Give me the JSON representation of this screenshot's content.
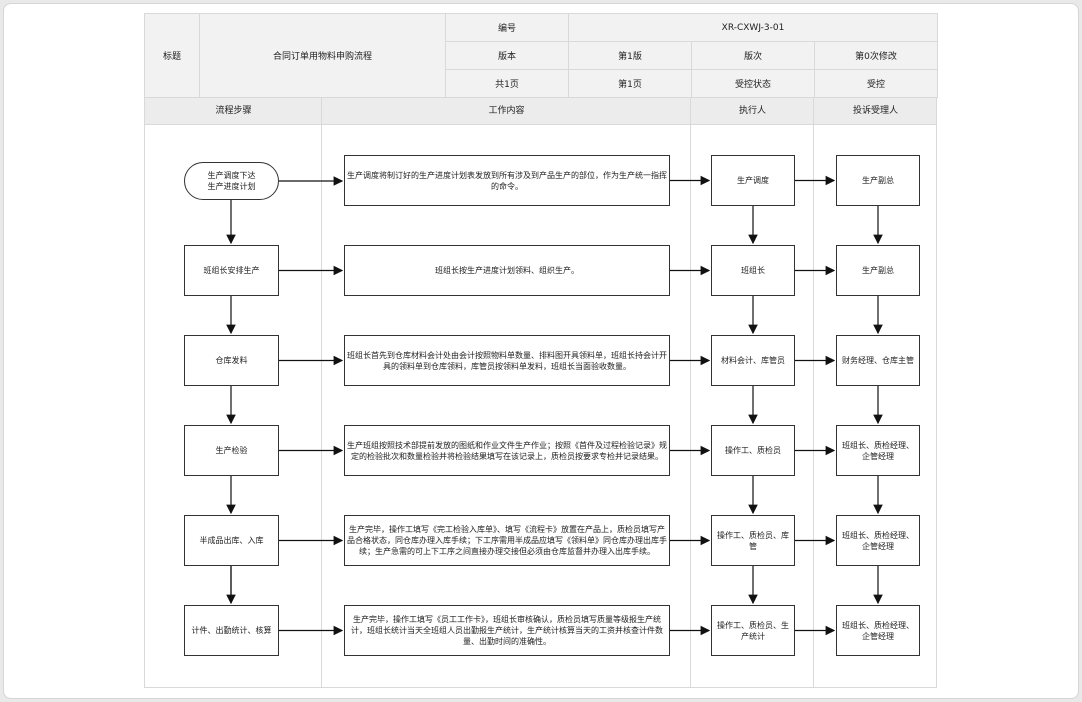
{
  "header": {
    "title_label": "标题",
    "title_value": "合同订单用物料申购流程",
    "number_label": "编号",
    "number_value": "XR-CXWJ-3-01",
    "version_label": "版本",
    "version_value": "第1版",
    "revision_label": "版次",
    "revision_value": "第0次修改",
    "pages_label": "共1页",
    "page_value": "第1页",
    "control_label": "受控状态",
    "control_value": "受控"
  },
  "columns": {
    "steps": "流程步骤",
    "content": "工作内容",
    "executor": "执行人",
    "complaint": "投诉受理人"
  },
  "rows": [
    {
      "step": "生产调度下达\n生产进度计划",
      "content": "生产调度将制订好的生产进度计划表发放到所有涉及到产品生产的部位，作为生产统一指挥的命令。",
      "executor": "生产调度",
      "complaint": "生产副总"
    },
    {
      "step": "班组长安排生产",
      "content": "班组长按生产进度计划领料、组织生产。",
      "executor": "班组长",
      "complaint": "生产副总"
    },
    {
      "step": "仓库发料",
      "content": "班组长首先到仓库材料会计处由会计按照物料单数量、排料图开具领料单，班组长持会计开具的领料单到仓库领料，库管员按领料单发料，班组长当面验收数量。",
      "executor": "材料会计、库管员",
      "complaint": "财务经理、仓库主管"
    },
    {
      "step": "生产检验",
      "content": "生产班组按照技术部提前发放的图纸和作业文件生产作业；按照《首件及过程检验记录》规定的检验批次和数量检验并将检验结果填写在该记录上，质检员按要求专检并记录结果。",
      "executor": "操作工、质检员",
      "complaint": "班组长、质检经理、企管经理"
    },
    {
      "step": "半成品出库、入库",
      "content": "生产完毕，操作工填写《完工检验入库单》、填写《流程卡》放置在产品上，质检员填写产品合格状态，同仓库办理入库手续；下工序需用半成品应填写《领料单》同仓库办理出库手续；生产急需的可上下工序之间直接办理交接但必须由仓库监督并办理入出库手续。",
      "executor": "操作工、质检员、库管",
      "complaint": "班组长、质检经理、企管经理"
    },
    {
      "step": "计件、出勤统计、核算",
      "content": "生产完毕，操作工填写《员工工作卡》，班组长审核确认，质检员填写质量等级报生产统计，班组长统计当天全班组人员出勤报生产统计，生产统计核算当天的工资并核查计件数量、出勤时间的准确性。",
      "executor": "操作工、质检员、生产统计",
      "complaint": "班组长、质检经理、企管经理"
    }
  ]
}
